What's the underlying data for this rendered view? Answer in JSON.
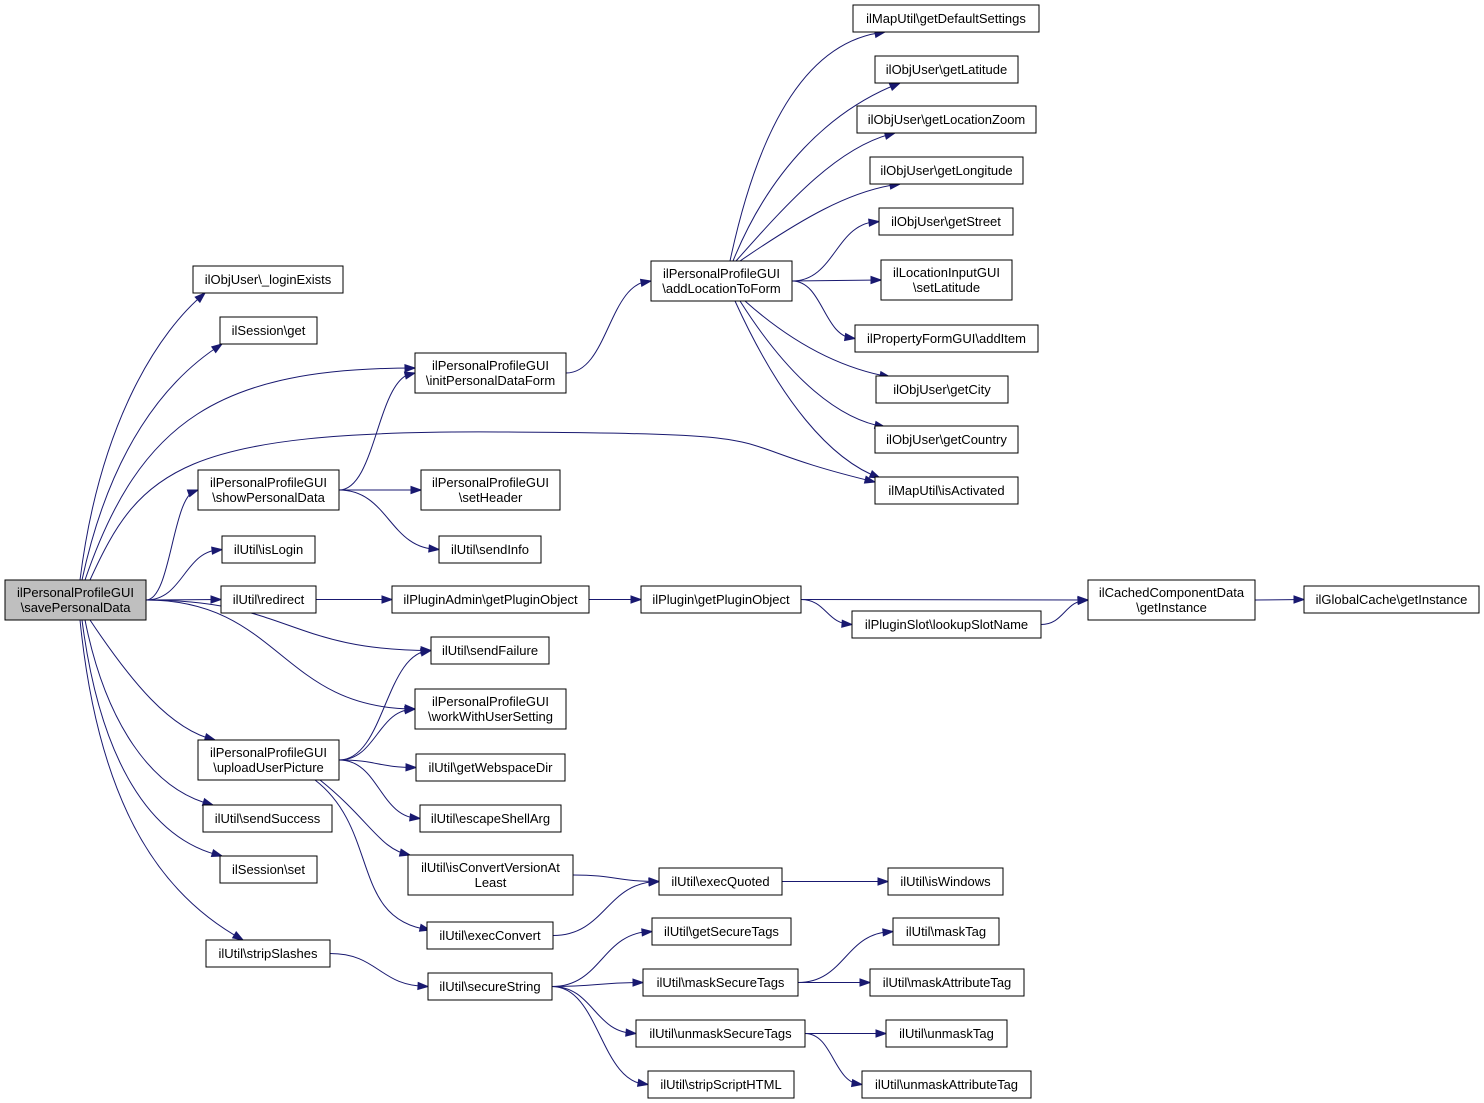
{
  "colors": {
    "edge": "#191970",
    "root_fill": "#bfbfbf",
    "node_fill": "#ffffff",
    "border": "#000000"
  },
  "nodes": [
    {
      "id": "n0",
      "lines": [
        "ilPersonalProfileGUI",
        "\\savePersonalData"
      ],
      "root": true
    },
    {
      "id": "n1",
      "lines": [
        "ilObjUser\\_loginExists"
      ]
    },
    {
      "id": "n2",
      "lines": [
        "ilSession\\get"
      ]
    },
    {
      "id": "n3",
      "lines": [
        "ilPersonalProfileGUI",
        "\\initPersonalDataForm"
      ]
    },
    {
      "id": "n4",
      "lines": [
        "ilPersonalProfileGUI",
        "\\addLocationToForm"
      ]
    },
    {
      "id": "n5",
      "lines": [
        "ilMapUtil\\getDefaultSettings"
      ]
    },
    {
      "id": "n6",
      "lines": [
        "ilObjUser\\getLatitude"
      ]
    },
    {
      "id": "n7",
      "lines": [
        "ilObjUser\\getLocationZoom"
      ]
    },
    {
      "id": "n8",
      "lines": [
        "ilObjUser\\getLongitude"
      ]
    },
    {
      "id": "n9",
      "lines": [
        "ilObjUser\\getStreet"
      ]
    },
    {
      "id": "n10",
      "lines": [
        "ilLocationInputGUI",
        "\\setLatitude"
      ]
    },
    {
      "id": "n11",
      "lines": [
        "ilPropertyFormGUI\\addItem"
      ]
    },
    {
      "id": "n12",
      "lines": [
        "ilObjUser\\getCity"
      ]
    },
    {
      "id": "n13",
      "lines": [
        "ilObjUser\\getCountry"
      ]
    },
    {
      "id": "n14",
      "lines": [
        "ilMapUtil\\isActivated"
      ]
    },
    {
      "id": "n15",
      "lines": [
        "ilPersonalProfileGUI",
        "\\showPersonalData"
      ]
    },
    {
      "id": "n16",
      "lines": [
        "ilPersonalProfileGUI",
        "\\setHeader"
      ]
    },
    {
      "id": "n17",
      "lines": [
        "ilUtil\\sendInfo"
      ]
    },
    {
      "id": "n18",
      "lines": [
        "ilUtil\\isLogin"
      ]
    },
    {
      "id": "n19",
      "lines": [
        "ilUtil\\redirect"
      ]
    },
    {
      "id": "n20",
      "lines": [
        "ilPluginAdmin\\getPluginObject"
      ]
    },
    {
      "id": "n21",
      "lines": [
        "ilPlugin\\getPluginObject"
      ]
    },
    {
      "id": "n22",
      "lines": [
        "ilCachedComponentData",
        "\\getInstance"
      ]
    },
    {
      "id": "n23",
      "lines": [
        "ilGlobalCache\\getInstance"
      ]
    },
    {
      "id": "n24",
      "lines": [
        "ilPluginSlot\\lookupSlotName"
      ]
    },
    {
      "id": "n25",
      "lines": [
        "ilUtil\\sendFailure"
      ]
    },
    {
      "id": "n26",
      "lines": [
        "ilPersonalProfileGUI",
        "\\workWithUserSetting"
      ]
    },
    {
      "id": "n27",
      "lines": [
        "ilPersonalProfileGUI",
        "\\uploadUserPicture"
      ]
    },
    {
      "id": "n28",
      "lines": [
        "ilUtil\\getWebspaceDir"
      ]
    },
    {
      "id": "n29",
      "lines": [
        "ilUtil\\escapeShellArg"
      ]
    },
    {
      "id": "n30",
      "lines": [
        "ilUtil\\isConvertVersionAt",
        "Least"
      ]
    },
    {
      "id": "n31",
      "lines": [
        "ilUtil\\execQuoted"
      ]
    },
    {
      "id": "n32",
      "lines": [
        "ilUtil\\isWindows"
      ]
    },
    {
      "id": "n33",
      "lines": [
        "ilUtil\\execConvert"
      ]
    },
    {
      "id": "n34",
      "lines": [
        "ilUtil\\sendSuccess"
      ]
    },
    {
      "id": "n35",
      "lines": [
        "ilSession\\set"
      ]
    },
    {
      "id": "n36",
      "lines": [
        "ilUtil\\stripSlashes"
      ]
    },
    {
      "id": "n37",
      "lines": [
        "ilUtil\\secureString"
      ]
    },
    {
      "id": "n38",
      "lines": [
        "ilUtil\\getSecureTags"
      ]
    },
    {
      "id": "n39",
      "lines": [
        "ilUtil\\maskSecureTags"
      ]
    },
    {
      "id": "n40",
      "lines": [
        "ilUtil\\maskTag"
      ]
    },
    {
      "id": "n41",
      "lines": [
        "ilUtil\\maskAttributeTag"
      ]
    },
    {
      "id": "n42",
      "lines": [
        "ilUtil\\unmaskSecureTags"
      ]
    },
    {
      "id": "n43",
      "lines": [
        "ilUtil\\unmaskTag"
      ]
    },
    {
      "id": "n44",
      "lines": [
        "ilUtil\\unmaskAttributeTag"
      ]
    },
    {
      "id": "n45",
      "lines": [
        "ilUtil\\stripScriptHTML"
      ]
    }
  ],
  "edges": [
    [
      "n0",
      "n1"
    ],
    [
      "n0",
      "n2"
    ],
    [
      "n0",
      "n3"
    ],
    [
      "n0",
      "n14"
    ],
    [
      "n0",
      "n15"
    ],
    [
      "n0",
      "n18"
    ],
    [
      "n0",
      "n19"
    ],
    [
      "n0",
      "n25"
    ],
    [
      "n0",
      "n26"
    ],
    [
      "n0",
      "n27"
    ],
    [
      "n0",
      "n34"
    ],
    [
      "n0",
      "n35"
    ],
    [
      "n0",
      "n36"
    ],
    [
      "n3",
      "n4"
    ],
    [
      "n4",
      "n5"
    ],
    [
      "n4",
      "n6"
    ],
    [
      "n4",
      "n7"
    ],
    [
      "n4",
      "n8"
    ],
    [
      "n4",
      "n9"
    ],
    [
      "n4",
      "n10"
    ],
    [
      "n4",
      "n11"
    ],
    [
      "n4",
      "n12"
    ],
    [
      "n4",
      "n13"
    ],
    [
      "n4",
      "n14"
    ],
    [
      "n15",
      "n3"
    ],
    [
      "n15",
      "n16"
    ],
    [
      "n15",
      "n17"
    ],
    [
      "n19",
      "n20"
    ],
    [
      "n20",
      "n21"
    ],
    [
      "n21",
      "n22"
    ],
    [
      "n21",
      "n24"
    ],
    [
      "n24",
      "n22"
    ],
    [
      "n22",
      "n23"
    ],
    [
      "n27",
      "n25"
    ],
    [
      "n27",
      "n26"
    ],
    [
      "n27",
      "n28"
    ],
    [
      "n27",
      "n29"
    ],
    [
      "n27",
      "n30"
    ],
    [
      "n27",
      "n33"
    ],
    [
      "n30",
      "n31"
    ],
    [
      "n33",
      "n31"
    ],
    [
      "n31",
      "n32"
    ],
    [
      "n36",
      "n37"
    ],
    [
      "n37",
      "n38"
    ],
    [
      "n37",
      "n39"
    ],
    [
      "n37",
      "n42"
    ],
    [
      "n37",
      "n45"
    ],
    [
      "n39",
      "n40"
    ],
    [
      "n39",
      "n41"
    ],
    [
      "n42",
      "n43"
    ],
    [
      "n42",
      "n44"
    ]
  ]
}
